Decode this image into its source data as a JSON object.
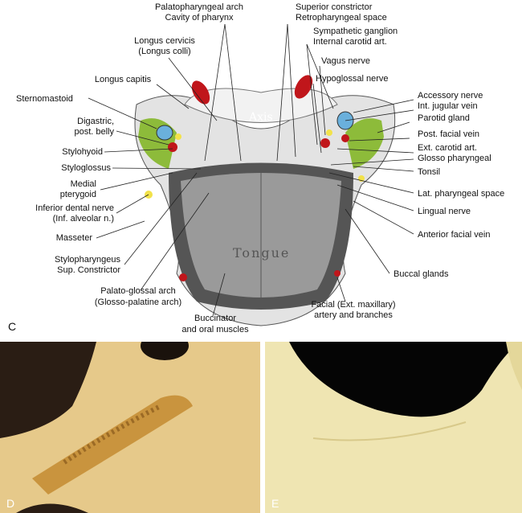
{
  "panels": {
    "c": "C",
    "d": "D",
    "e": "E"
  },
  "inline": {
    "axis": "Axis",
    "tongue": "Tongue"
  },
  "labels": {
    "palatopharyngeal_arch": "Palatopharyngeal arch",
    "cavity_of_pharynx": "Cavity of pharynx",
    "superior_constrictor": "Superior constrictor",
    "retropharyngeal_space": "Retropharyngeal space",
    "longus_cervicis": "Longus cervicis",
    "longus_colli": "(Longus colli)",
    "sympathetic_ganglion": "Sympathetic ganglion",
    "internal_carotid": "Internal carotid art.",
    "vagus_nerve": "Vagus nerve",
    "hypoglossal_nerve": "Hypoglossal nerve",
    "longus_capitis": "Longus capitis",
    "sternomastoid": "Sternomastoid",
    "accessory_nerve": "Accessory nerve",
    "int_jugular_vein": "Int. jugular vein",
    "parotid_gland": "Parotid gland",
    "digastric": "Digastric,",
    "post_belly": "post. belly",
    "post_facial_vein": "Post. facial vein",
    "stylohyoid": "Stylohyoid",
    "ext_carotid": "Ext. carotid art.",
    "glosso_pharyngeal": "Glosso pharyngeal",
    "styloglossus": "Styloglossus",
    "tonsil": "Tonsil",
    "medial": "Medial",
    "pterygoid": "pterygoid",
    "lat_pharyngeal_space": "Lat. pharyngeal space",
    "inferior_dental_nerve": "Inferior dental nerve",
    "inf_alveolar": "(Inf. alveolar n.)",
    "lingual_nerve": "Lingual nerve",
    "masseter": "Masseter",
    "anterior_facial_vein": "Anterior facial vein",
    "stylopharyngeus": "Stylopharyngeus",
    "sup_constrictor": "Sup. Constrictor",
    "buccal_glands": "Buccal glands",
    "palato_glossal_arch": "Palato-glossal arch",
    "glosso_palatine_arch": "(Glosso-palatine arch)",
    "facial_artery": "Facial (Ext. maxillary)",
    "artery_branches": "artery and branches",
    "buccinator": "Buccinator",
    "oral_muscles": "and oral muscles"
  },
  "colors": {
    "muscle_green": "#8dbb3a",
    "artery_red": "#c0161b",
    "vein_blue": "#6ab0dc",
    "nerve_yellow": "#f2e24a",
    "bone_yellow": "#e8d48e"
  }
}
